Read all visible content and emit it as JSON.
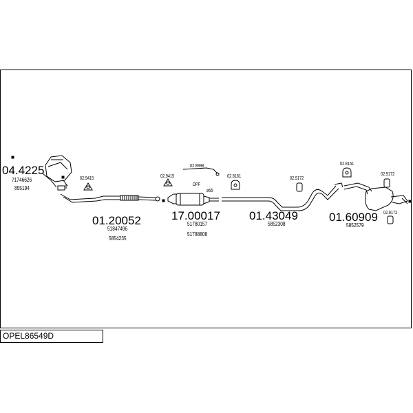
{
  "assembly_code": "OPEL86549D",
  "parts": [
    {
      "number": "04.4225",
      "refs": [
        "71746626",
        "855194"
      ]
    },
    {
      "number": "01.20052",
      "refs": [
        "51847496",
        "5854235"
      ]
    },
    {
      "number": "17.00017",
      "refs": [
        "51780157",
        "51788808"
      ]
    },
    {
      "number": "01.43049",
      "refs": [
        "5852308"
      ]
    },
    {
      "number": "01.60909",
      "refs": [
        "5852579"
      ]
    }
  ],
  "fittings": [
    "02.9415",
    "02.9415",
    "02.8998",
    "02.8161",
    "02.9172",
    "02.8161",
    "02.9172",
    "02.9172"
  ],
  "annotations": {
    "dpf": "DPF",
    "diameter": "ø55"
  }
}
